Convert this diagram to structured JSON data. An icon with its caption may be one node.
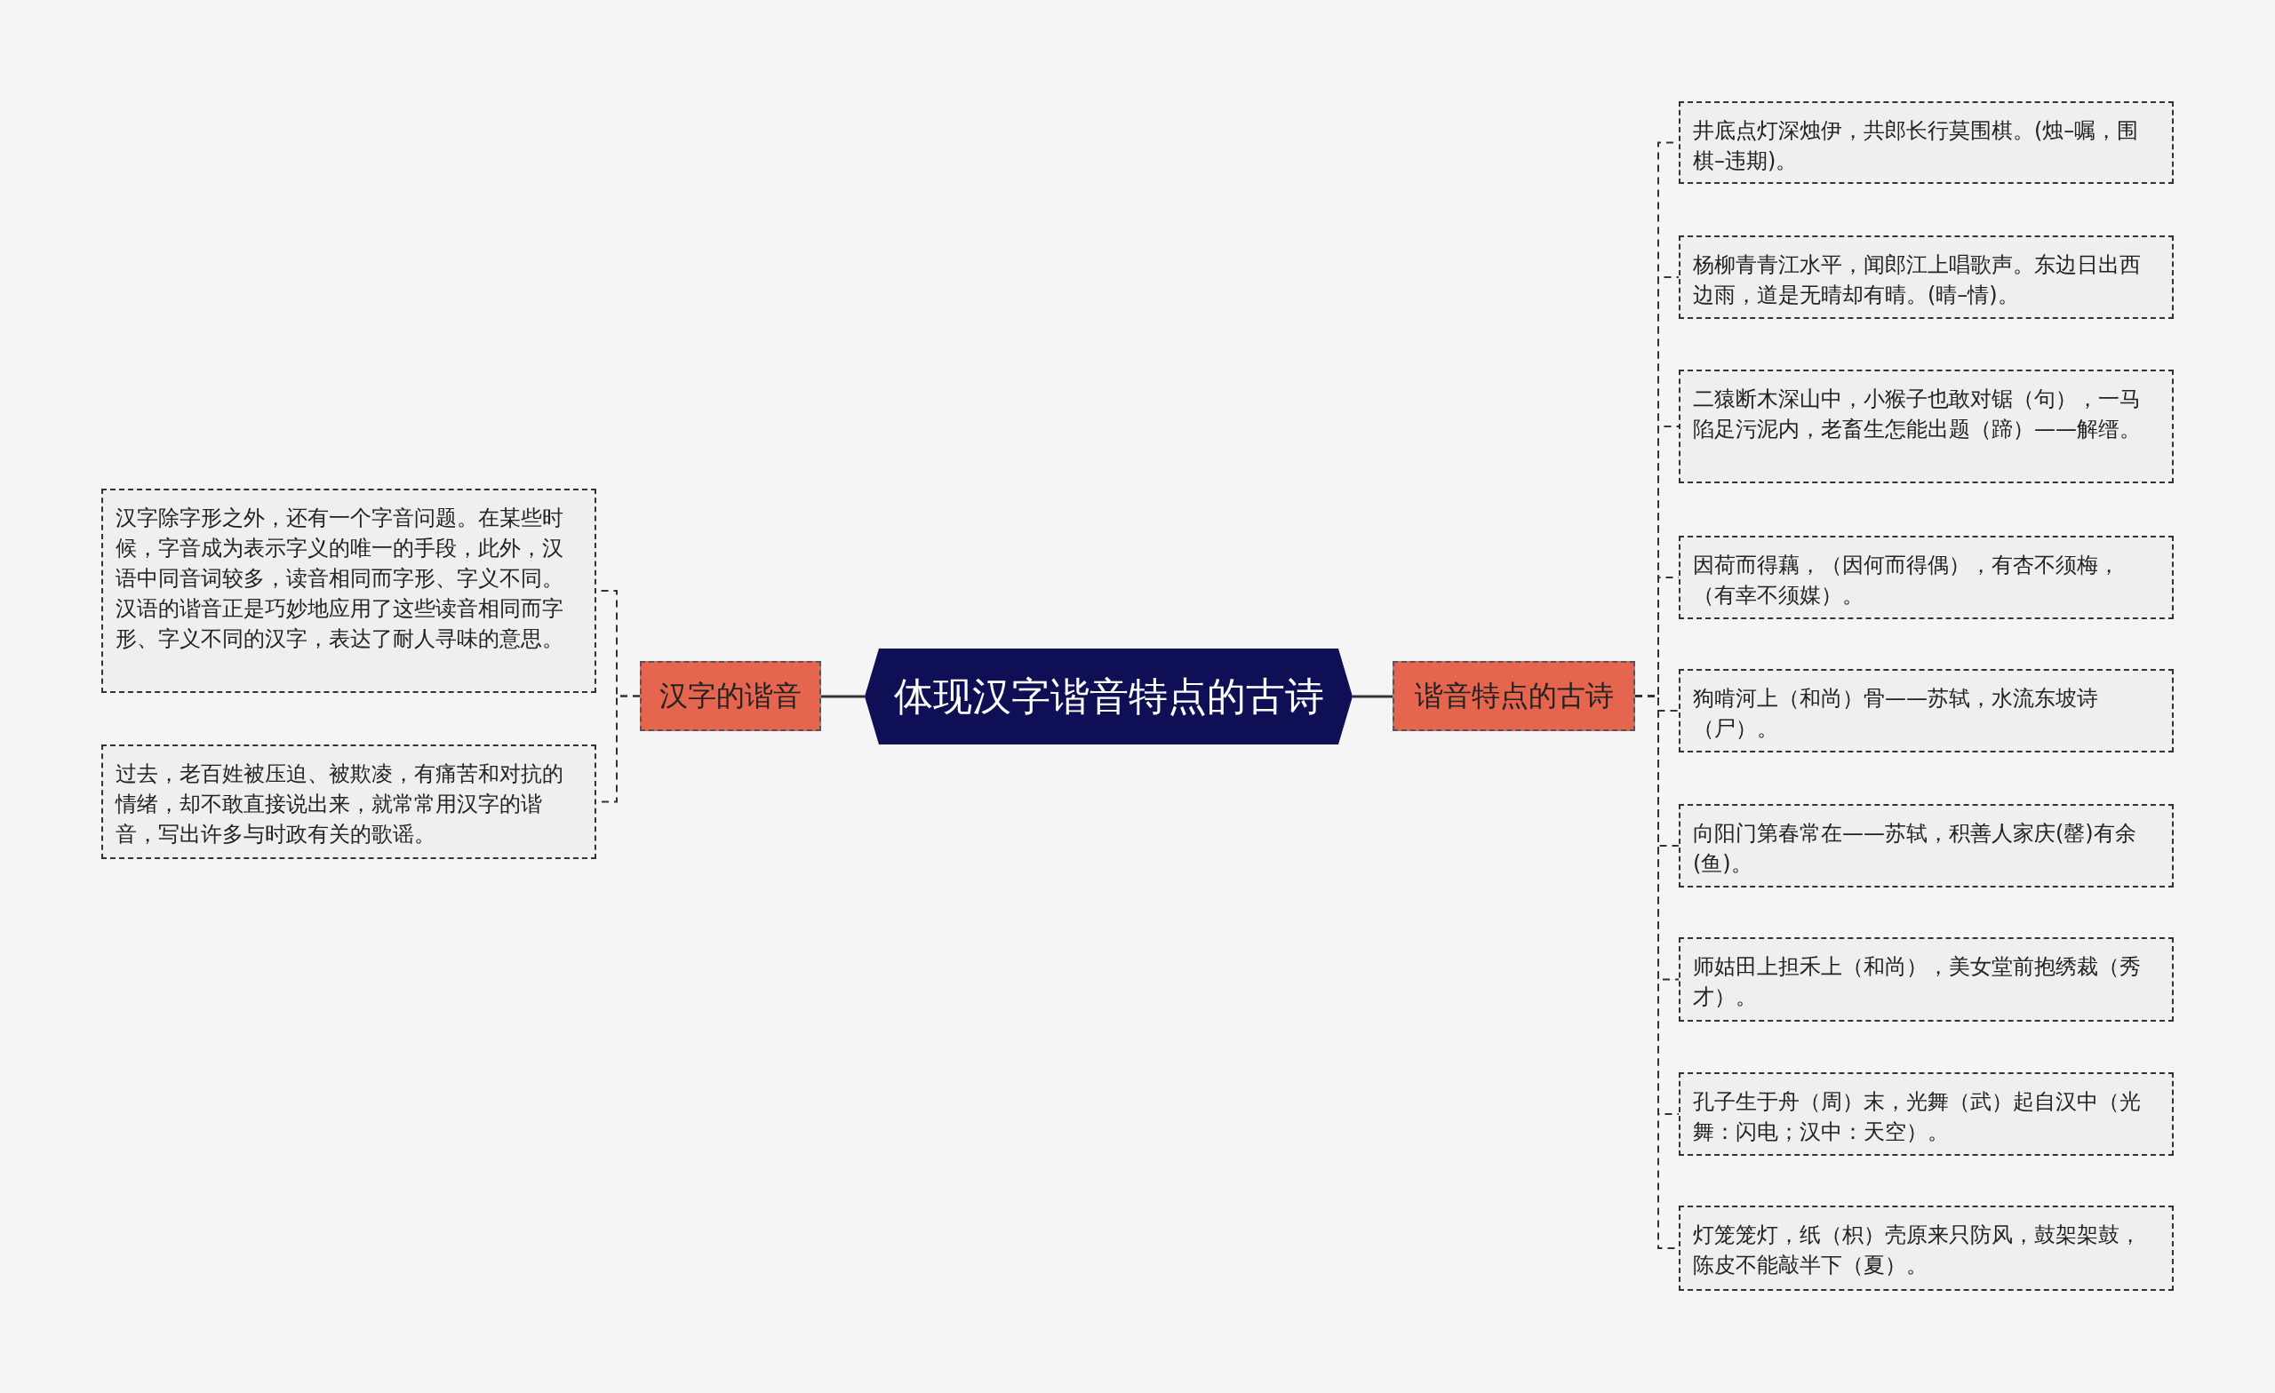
{
  "diagram": {
    "nodes": [
      {
        "text": [
          "体现汉字谐音特点的古诗"
        ]
      },
      {
        "text": [
          "汉字的谐音"
        ]
      },
      {
        "text": [
          "汉字除字形之外，还有一个字音问题。在某些时候，字音成为表示字义的唯一的手段，此外，汉语中同音词较多，读音相同而字形、字义不同。汉语的谐音正是巧妙地应用了这些读音相同而字形、字义不同的汉字，表达了耐人寻味的意思。"
        ]
      },
      {
        "text": [
          "过去，老百姓被压迫、被欺凌，有痛苦和对抗的情绪，却不敢直接说出来，就常常用汉字的谐音，写出许多与时政有关的歌谣。"
        ]
      },
      {
        "text": [
          "谐音特点的古诗"
        ]
      },
      {
        "text": [
          "井底点灯深烛伊，共郎长行莫围棋。(烛–嘱，围棋–违期)。"
        ]
      },
      {
        "text": [
          "杨柳青青江水平，闻郎江上唱歌声。东边日出西边雨，道是无晴却有晴。(晴–情)。"
        ]
      },
      {
        "text": [
          "二猿断木深山中，小猴子也敢对锯（句），一马陷足污泥内，老畜生怎能出题（蹄）——解缙。"
        ]
      },
      {
        "text": [
          "因荷而得藕，（因何而得偶），有杏不须梅，（有幸不须媒）。"
        ]
      },
      {
        "text": [
          "狗啃河上（和尚）骨——苏轼，水流东坡诗（尸）。"
        ]
      },
      {
        "text": [
          "向阳门第春常在——苏轼，积善人家庆(罄)有余(鱼)。"
        ]
      },
      {
        "text": [
          "师姑田上担禾上（和尚），美女堂前抱绣裁（秀才）。"
        ]
      },
      {
        "text": [
          "孔子生于舟（周）末，光舞（武）起自汉中（光舞：闪电；汉中：天空）。"
        ]
      },
      {
        "text": [
          "灯笼笼灯，纸（枳）壳原来只防风，鼓架架鼓，陈皮不能敲半下（夏）。"
        ]
      }
    ],
    "edges": [
      {
        "from": 0,
        "to": 1,
        "arrow": "none"
      },
      {
        "from": 1,
        "to": 2,
        "arrow": "none",
        "style": "dashed"
      },
      {
        "from": 1,
        "to": 3,
        "arrow": "none",
        "style": "dashed"
      },
      {
        "from": 0,
        "to": 4,
        "arrow": "none"
      },
      {
        "from": 4,
        "to": 5,
        "arrow": "none",
        "style": "dashed"
      },
      {
        "from": 4,
        "to": 6,
        "arrow": "none",
        "style": "dashed"
      },
      {
        "from": 4,
        "to": 7,
        "arrow": "none",
        "style": "dashed"
      },
      {
        "from": 4,
        "to": 8,
        "arrow": "none",
        "style": "dashed"
      },
      {
        "from": 4,
        "to": 9,
        "arrow": "none",
        "style": "dashed"
      },
      {
        "from": 4,
        "to": 10,
        "arrow": "none",
        "style": "dashed"
      },
      {
        "from": 4,
        "to": 11,
        "arrow": "none",
        "style": "dashed"
      },
      {
        "from": 4,
        "to": 12,
        "arrow": "none",
        "style": "dashed"
      },
      {
        "from": 4,
        "to": 13,
        "arrow": "none",
        "style": "dashed"
      }
    ]
  }
}
